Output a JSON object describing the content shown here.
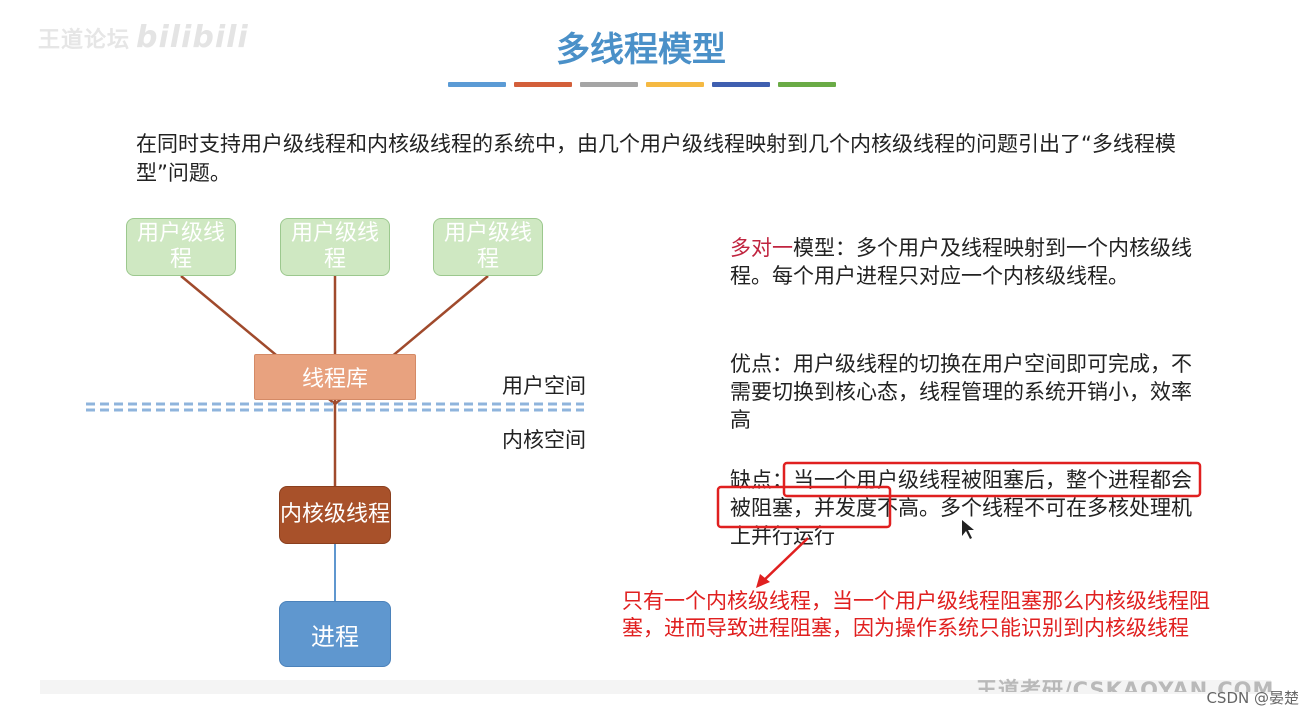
{
  "watermark": {
    "text": "王道论坛",
    "logo": "bilibili"
  },
  "slide": {
    "title": "多线程模型",
    "color_bars": [
      "#5b9bd5",
      "#d35f3a",
      "#a5a5a5",
      "#f5b942",
      "#3f5fb0",
      "#6aab46"
    ],
    "intro": "在同时支持用户级线程和内核级线程的系统中，由几个用户级线程映射到几个内核级线程的问题引出了“多线程模型”问题。"
  },
  "diagram": {
    "user_threads": [
      "用户级线程",
      "用户级线程",
      "用户级线程"
    ],
    "thread_library": "线程库",
    "user_space": "用户空间",
    "kernel_space": "内核空间",
    "kernel_thread": "内核级线程",
    "process": "进程"
  },
  "description": {
    "model_name": "多对一",
    "model_text": "模型：多个用户及线程映射到一个内核级线程。每个用户进程只对应一个内核级线程。",
    "pros": "优点：用户级线程的切换在用户空间即可完成，不需要切换到核心态，线程管理的系统开销小，效率高",
    "cons_prefix": "缺点：",
    "cons_highlight": "当一个用户级线程被阻塞后，整个进程都会被阻塞，",
    "cons_rest": "并发度不高。多个线程不可在多核处理机上并行运行"
  },
  "annotation": {
    "note": "只有一个内核级线程，当一个用户级线程阻塞那么内核级线程阻塞，进而导致进程阻塞，因为操作系统只能识别到内核级线程"
  },
  "footer": {
    "brand": "王道考研/CSKAOYAN.COM",
    "csdn": "CSDN @晏楚"
  }
}
